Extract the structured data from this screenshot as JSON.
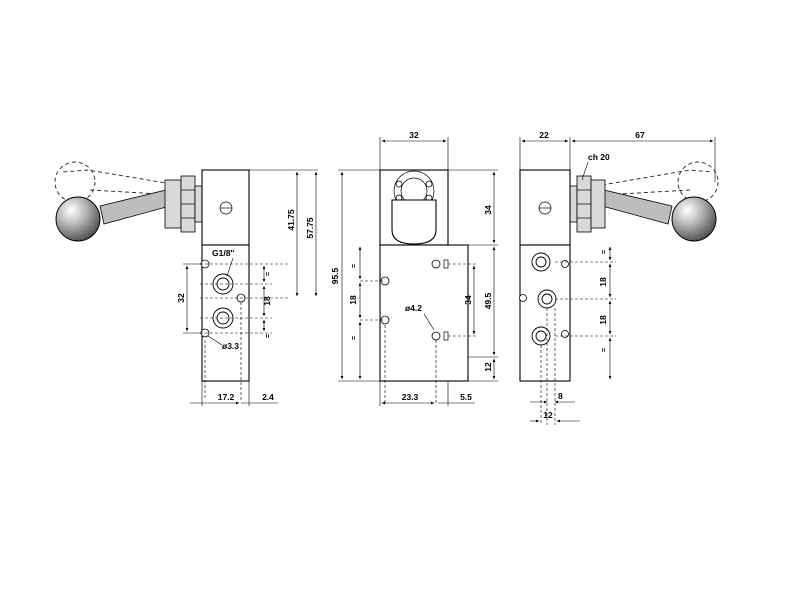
{
  "drawing": {
    "side_left": {
      "dim_32": "32",
      "dim_41_75": "41.75",
      "dim_57_75": "57.75",
      "dim_18": "18",
      "dim_17_2": "17.2",
      "dim_2_4": "2.4",
      "thread": "G1/8\"",
      "hole": "ø3.3",
      "equal": "="
    },
    "front": {
      "dim_32": "32",
      "dim_34_top": "34",
      "dim_95_5": "95.5",
      "dim_18": "18",
      "dim_34": "34",
      "dim_49_5": "49.5",
      "dim_12": "12",
      "dim_23_3": "23.3",
      "dim_5_5": "5.5",
      "hole": "ø4.2",
      "equal": "="
    },
    "side_right": {
      "dim_22": "22",
      "dim_67": "67",
      "wrench": "ch 20",
      "dim_18_a": "18",
      "dim_18_b": "18",
      "dim_8": "8",
      "dim_12": "12",
      "equal": "="
    }
  }
}
